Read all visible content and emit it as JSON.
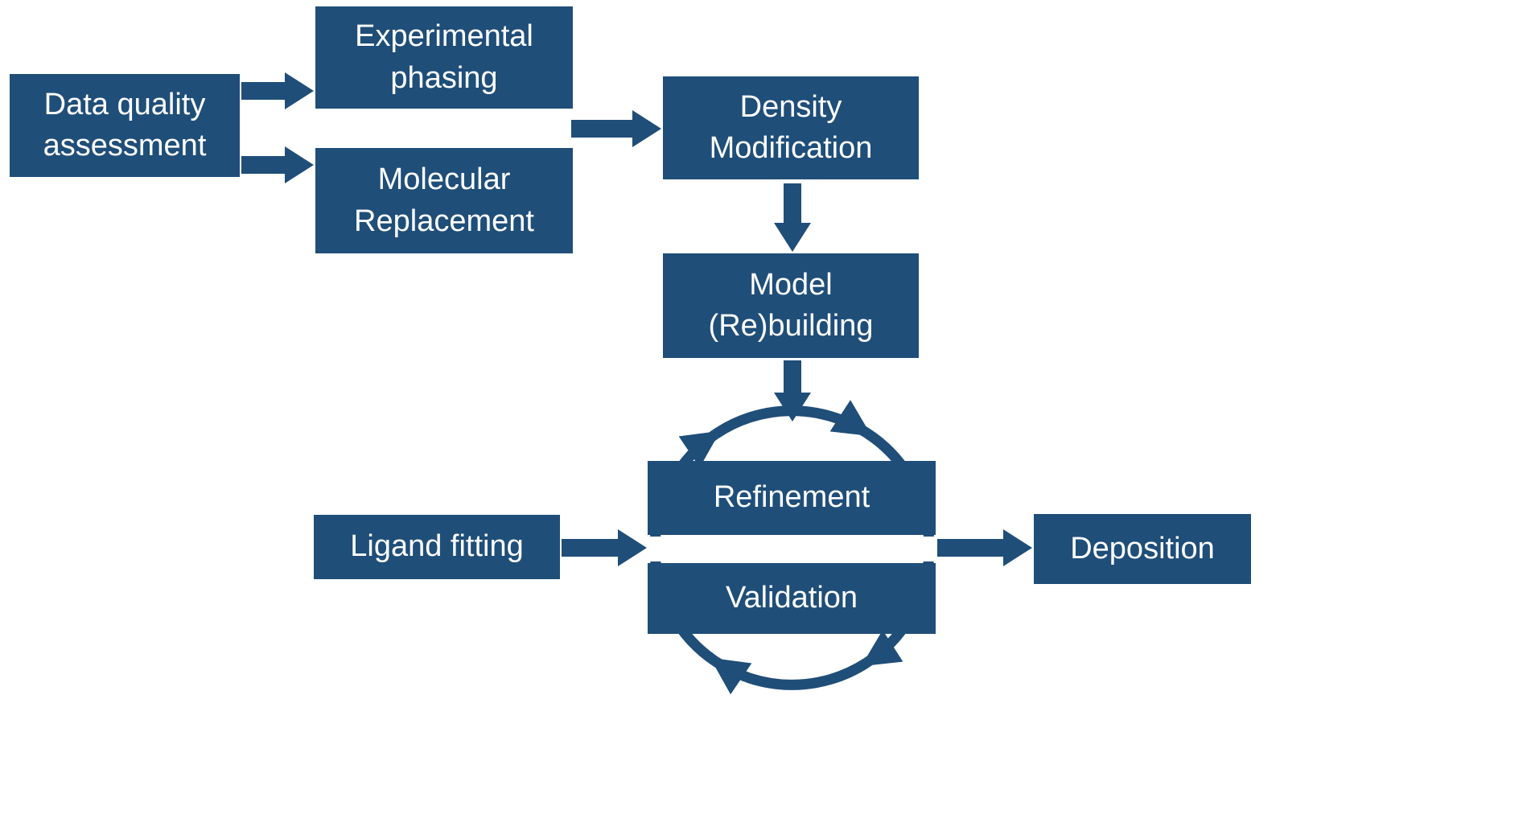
{
  "colors": {
    "accent": "#1f4e79",
    "background": "#ffffff",
    "text_on_accent": "#ffffff"
  },
  "nodes": {
    "data_quality": {
      "label": "Data quality\nassessment"
    },
    "experimental_phasing": {
      "label": "Experimental\nphasing"
    },
    "molecular_replacement": {
      "label": "Molecular\nReplacement"
    },
    "density_modification": {
      "label": "Density\nModification"
    },
    "model_rebuilding": {
      "label": "Model\n(Re)building"
    },
    "refinement": {
      "label": "Refinement"
    },
    "validation": {
      "label": "Validation"
    },
    "ligand_fitting": {
      "label": "Ligand fitting"
    },
    "deposition": {
      "label": "Deposition"
    }
  },
  "edges": [
    {
      "from": "data_quality",
      "to": "experimental_phasing",
      "type": "arrow"
    },
    {
      "from": "data_quality",
      "to": "molecular_replacement",
      "type": "arrow"
    },
    {
      "from": "experimental_phasing_and_molecular_replacement",
      "to": "density_modification",
      "type": "arrow"
    },
    {
      "from": "density_modification",
      "to": "model_rebuilding",
      "type": "arrow"
    },
    {
      "from": "model_rebuilding",
      "to": "refinement_validation_cycle",
      "type": "arrow"
    },
    {
      "from": "ligand_fitting",
      "to": "refinement_validation_cycle",
      "type": "arrow"
    },
    {
      "from": "refinement_validation_cycle",
      "to": "deposition",
      "type": "arrow"
    },
    {
      "from": "refinement",
      "to": "validation",
      "type": "cycle",
      "direction": "clockwise"
    }
  ]
}
